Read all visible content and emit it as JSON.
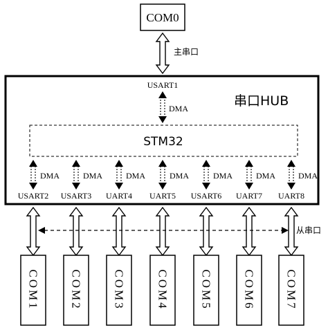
{
  "com0": {
    "label": "COM0"
  },
  "main_port_label": "主串口",
  "hub": {
    "title": "串口HUB",
    "usart1": "USART1",
    "dma": "DMA"
  },
  "mcu": {
    "label": "STM32"
  },
  "channels": [
    {
      "port": "USART2",
      "dma": "DMA",
      "com": "COM1"
    },
    {
      "port": "USART3",
      "dma": "DMA",
      "com": "COM2"
    },
    {
      "port": "UART4",
      "dma": "DMA",
      "com": "COM3"
    },
    {
      "port": "UART5",
      "dma": "DMA",
      "com": "COM4"
    },
    {
      "port": "USART6",
      "dma": "DMA",
      "com": "COM5"
    },
    {
      "port": "UART7",
      "dma": "DMA",
      "com": "COM6"
    },
    {
      "port": "UART8",
      "dma": "DMA",
      "com": "COM7"
    }
  ],
  "slave_port_label": "从串口",
  "colors": {
    "line": "#000000",
    "background": "#ffffff"
  }
}
